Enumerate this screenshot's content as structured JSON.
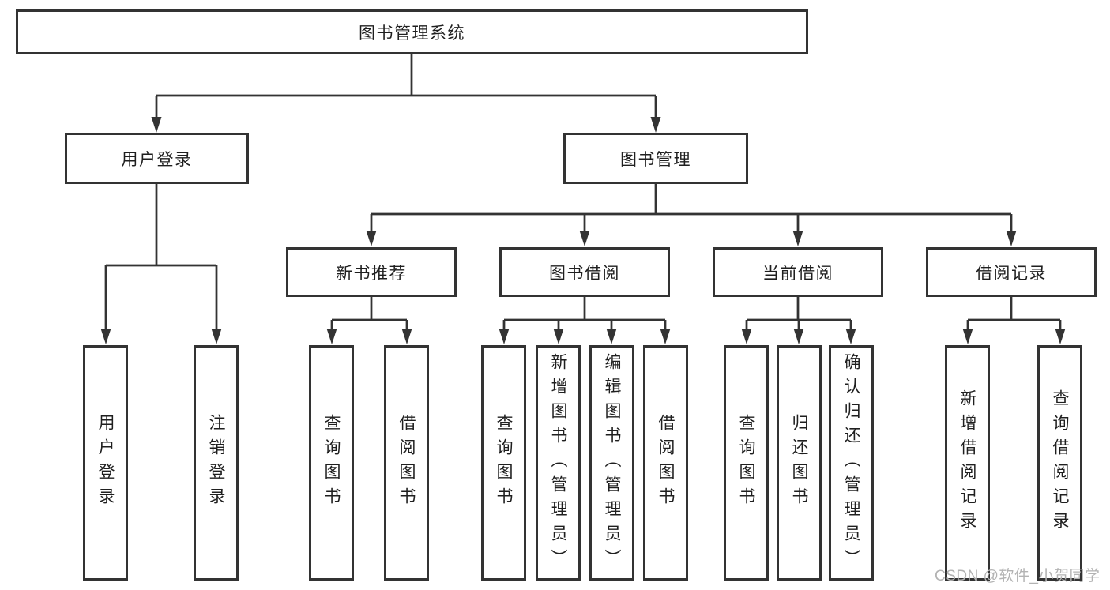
{
  "diagram": {
    "root": {
      "label": "图书管理系统"
    },
    "level2": [
      {
        "label": "用户登录"
      },
      {
        "label": "图书管理"
      }
    ],
    "level3": [
      {
        "label": "新书推荐"
      },
      {
        "label": "图书借阅"
      },
      {
        "label": "当前借阅"
      },
      {
        "label": "借阅记录"
      }
    ],
    "leaves": {
      "user_login": [
        "用户登录",
        "注销登录"
      ],
      "new_books": [
        "查询图书",
        "借阅图书"
      ],
      "book_borrow": [
        "查询图书",
        "新增图书（管理员）",
        "编辑图书（管理员）",
        "借阅图书"
      ],
      "current_borrow": [
        "查询图书",
        "归还图书",
        "确认归还（管理员）"
      ],
      "borrow_records": [
        "新增借阅记录",
        "查询借阅记录"
      ]
    }
  },
  "watermark": {
    "text": "CSDN @软件_小贺同学"
  },
  "colors": {
    "line": "#333333",
    "text": "#1f1f1f",
    "background": "#ffffff",
    "watermark": "#b3b3b3"
  }
}
